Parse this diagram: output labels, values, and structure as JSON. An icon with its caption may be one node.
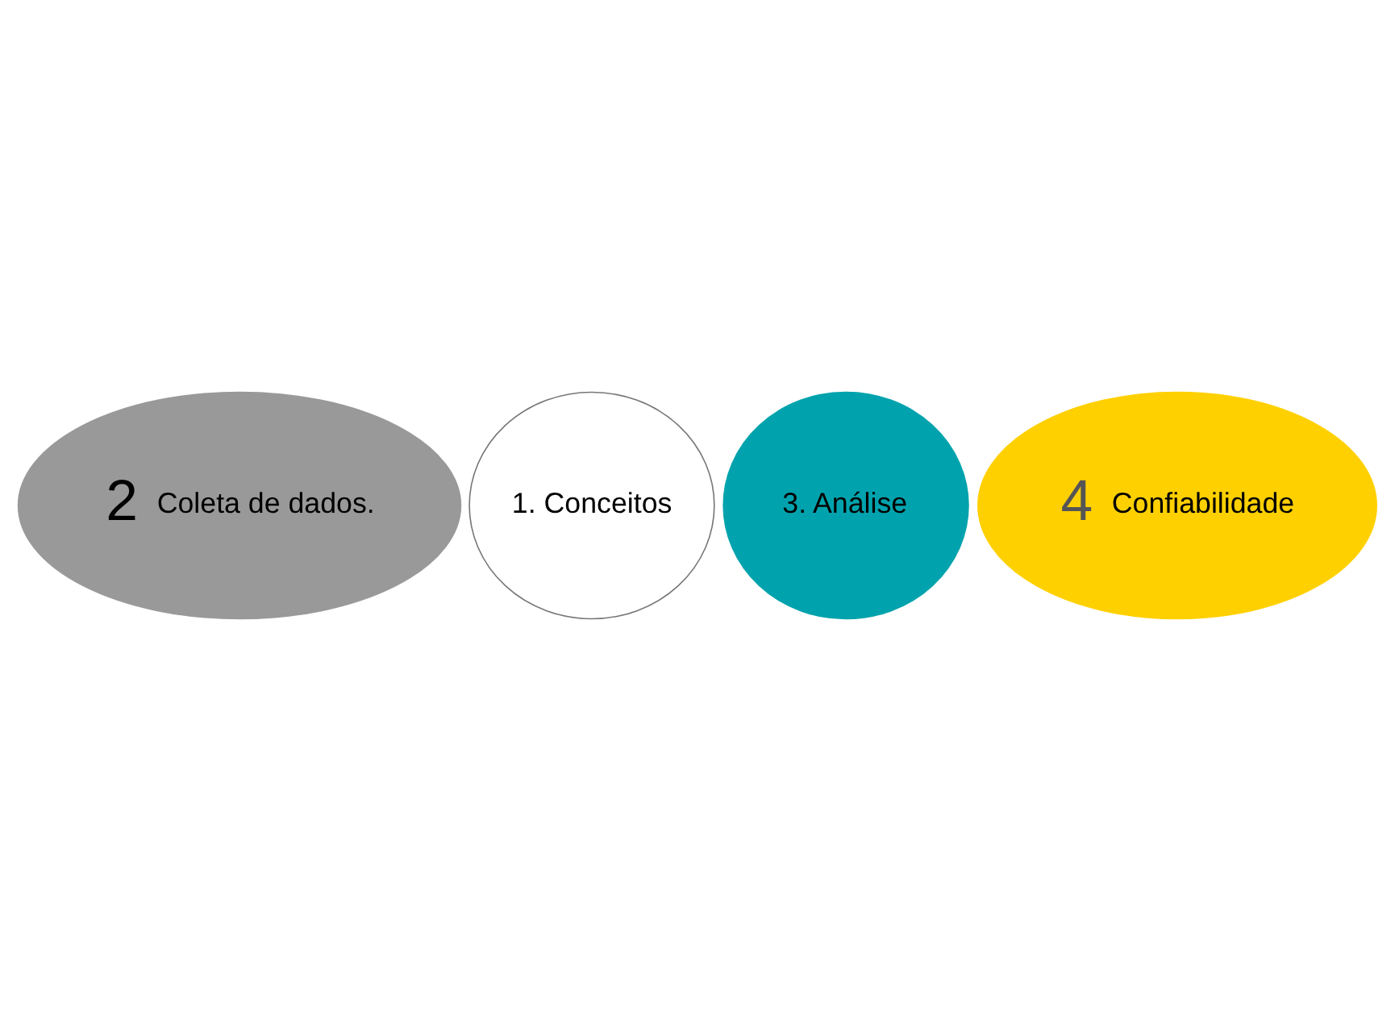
{
  "diagram": {
    "nodes": [
      {
        "text": [
          "1. Conceitos"
        ]
      },
      {
        "text": [
          "2",
          "Coleta de dados."
        ]
      },
      {
        "text": [
          "3. Análise"
        ]
      },
      {
        "text": [
          "4",
          "Confiabilidade"
        ]
      }
    ]
  }
}
